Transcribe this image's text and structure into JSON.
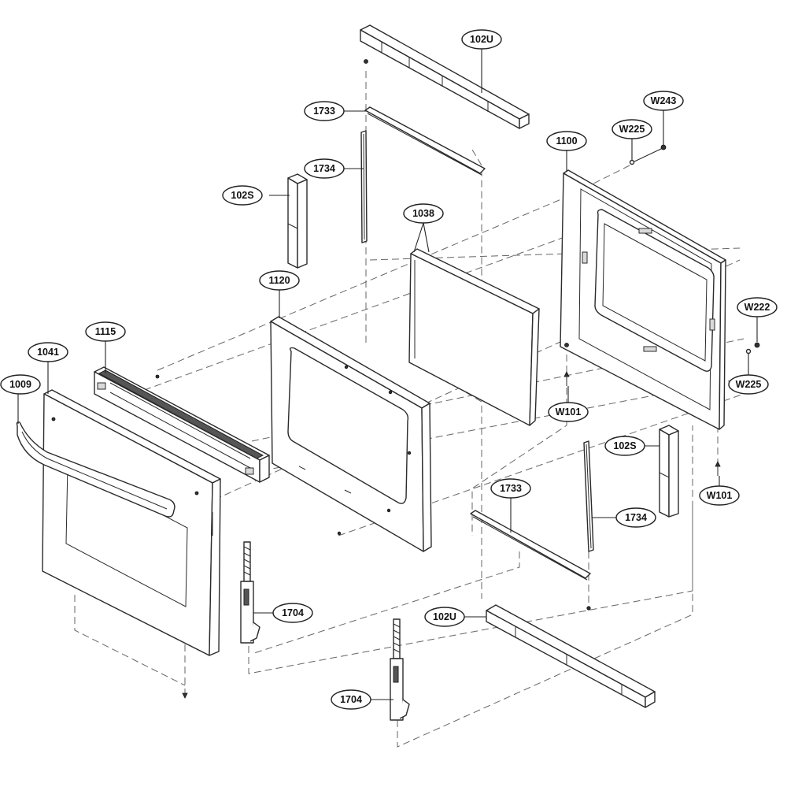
{
  "callouts": {
    "c102U_top": "102U",
    "c1733_top": "1733",
    "c1734_top": "1734",
    "c102S_left": "102S",
    "c1038": "1038",
    "c1100": "1100",
    "cW225_top": "W225",
    "cW243": "W243",
    "c1120": "1120",
    "c1115": "1115",
    "c1041": "1041",
    "c1009": "1009",
    "cW222": "W222",
    "cW225_right": "W225",
    "cW101_mid": "W101",
    "c102S_right": "102S",
    "cW101_right": "W101",
    "c1733_bottom": "1733",
    "c1734_bottom": "1734",
    "c1704_left": "1704",
    "c102U_bottom": "102U",
    "c1704_bottom": "1704"
  }
}
